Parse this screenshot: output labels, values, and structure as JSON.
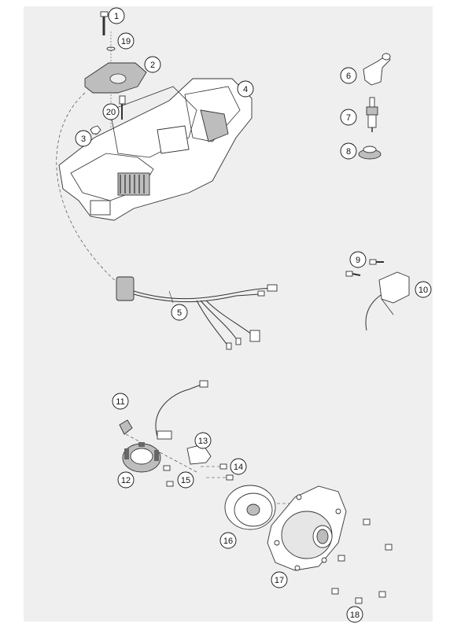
{
  "callouts": [
    {
      "id": "c1",
      "label": "1"
    },
    {
      "id": "c2",
      "label": "2"
    },
    {
      "id": "c3",
      "label": "3"
    },
    {
      "id": "c4",
      "label": "4"
    },
    {
      "id": "c5",
      "label": "5"
    },
    {
      "id": "c6",
      "label": "6"
    },
    {
      "id": "c7",
      "label": "7"
    },
    {
      "id": "c8",
      "label": "8"
    },
    {
      "id": "c9",
      "label": "9"
    },
    {
      "id": "c10",
      "label": "10"
    },
    {
      "id": "c11",
      "label": "11"
    },
    {
      "id": "c12",
      "label": "12"
    },
    {
      "id": "c13",
      "label": "13"
    },
    {
      "id": "c14",
      "label": "14"
    },
    {
      "id": "c15",
      "label": "15"
    },
    {
      "id": "c16",
      "label": "16"
    },
    {
      "id": "c17",
      "label": "17"
    },
    {
      "id": "c18",
      "label": "18"
    },
    {
      "id": "c19",
      "label": "19"
    },
    {
      "id": "c20",
      "label": "20"
    }
  ],
  "colors": {
    "panel": "#efefef",
    "outline": "#333333",
    "fill": "#ffffff"
  }
}
